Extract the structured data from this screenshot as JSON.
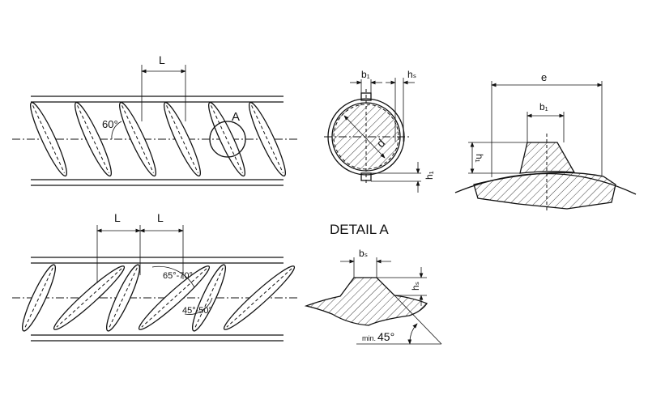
{
  "top_bar": {
    "pitch_label": "L",
    "angle_label": "60°",
    "detail_marker": "A"
  },
  "cross_section": {
    "rib_width_label": "b₁",
    "height_label": "hₛ",
    "diameter_label": "d",
    "rib_height_label": "h₁"
  },
  "rib_profile": {
    "spacing_label": "e",
    "width_label": "b₁",
    "height_label": "h₁"
  },
  "bottom_bar": {
    "pitch_label_1": "L",
    "pitch_label_2": "L",
    "angle_label_1": "65°-70°",
    "angle_label_2": "45°-50°"
  },
  "detail_a": {
    "title": "DETAIL A",
    "width_label": "bₛ",
    "height_label": "hₛ",
    "angle_label": "min. 45°"
  }
}
